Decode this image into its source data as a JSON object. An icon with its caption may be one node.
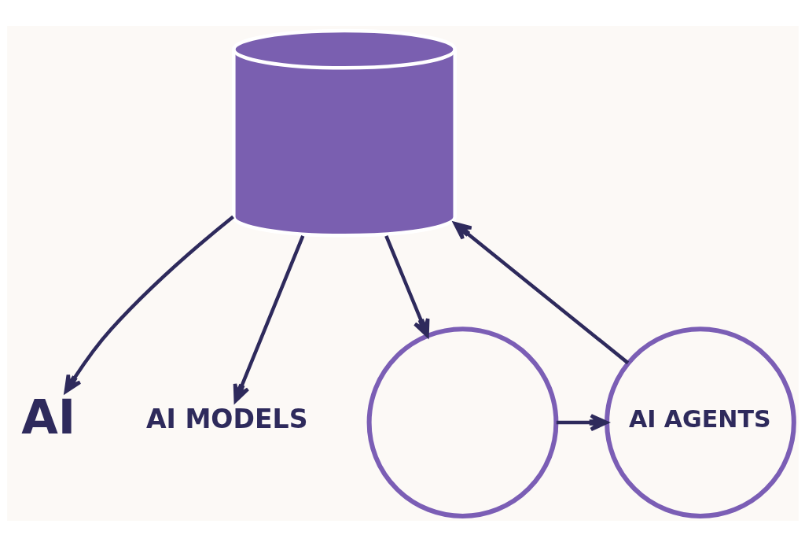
{
  "diagram": {
    "nodes": [
      {
        "text": [],
        "shape": "cylinder"
      },
      {
        "text": [
          "AI AGENTS"
        ]
      },
      {
        "text": [
          "AI"
        ]
      },
      {
        "text": [
          "AI MODELS"
        ]
      },
      {
        "text": [],
        "shape": "circle"
      }
    ],
    "edges": [
      {
        "from": 1,
        "to": 0,
        "arrow": "to"
      },
      {
        "from": 0,
        "to": 2,
        "arrow": "to"
      },
      {
        "from": 0,
        "to": 3,
        "arrow": "to"
      },
      {
        "from": 0,
        "to": 4,
        "arrow": "to"
      },
      {
        "from": 4,
        "to": 1,
        "arrow": "to"
      }
    ]
  }
}
